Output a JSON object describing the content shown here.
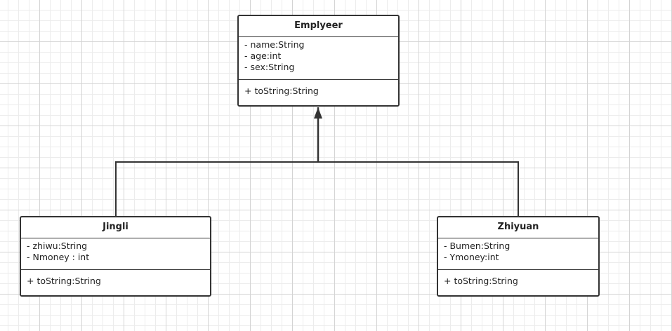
{
  "diagram": {
    "parent": {
      "name": "Emplyeer",
      "attributes": [
        "- name:String",
        "- age:int",
        "- sex:String"
      ],
      "methods": [
        "+ toString:String"
      ]
    },
    "children": [
      {
        "name": "Jingli",
        "attributes": [
          "- zhiwu:String",
          "- Nmoney : int"
        ],
        "methods": [
          "+ toString:String"
        ]
      },
      {
        "name": "Zhiyuan",
        "attributes": [
          "- Bumen:String",
          "- Ymoney:int"
        ],
        "methods": [
          "+ toString:String"
        ]
      }
    ],
    "relationship": "inheritance"
  },
  "colors": {
    "stroke": "#333333",
    "grid_major": "#d4d4d4",
    "grid_minor": "#ececec",
    "background": "#ffffff"
  }
}
